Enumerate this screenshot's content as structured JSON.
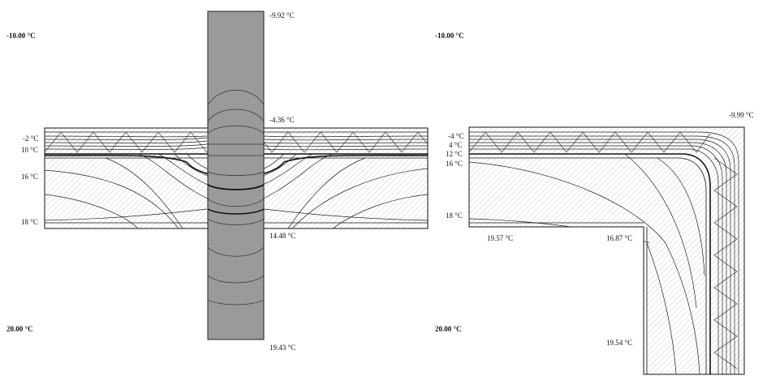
{
  "left_panel": {
    "outside_temp": "-10.00 °C",
    "inside_temp": "20.00 °C",
    "isotherm_labels": [
      "-2 °C",
      "10 °C",
      "16 °C",
      "18 °C"
    ],
    "point_temps": {
      "column_top": "-9.92 °C",
      "column_at_outer_surface": "-4.36 °C",
      "column_at_inner_surface": "14.48 °C",
      "column_bottom": "19.43 °C"
    }
  },
  "right_panel": {
    "outside_temp": "-10.00 °C",
    "inside_temp": "20.00 °C",
    "isotherm_labels": [
      "-4 °C",
      "4 °C",
      "12 °C",
      "16 °C",
      "18 °C"
    ],
    "point_temps": {
      "corner_outer": "-9.99 °C",
      "slab_underside_left": "19.57 °C",
      "inner_corner": "16.87 °C",
      "wall_bottom": "19.54 °C"
    }
  },
  "colors": {
    "column_fill": "#9a9a9a",
    "line": "#111111",
    "hatch": "#8a8a8a"
  }
}
